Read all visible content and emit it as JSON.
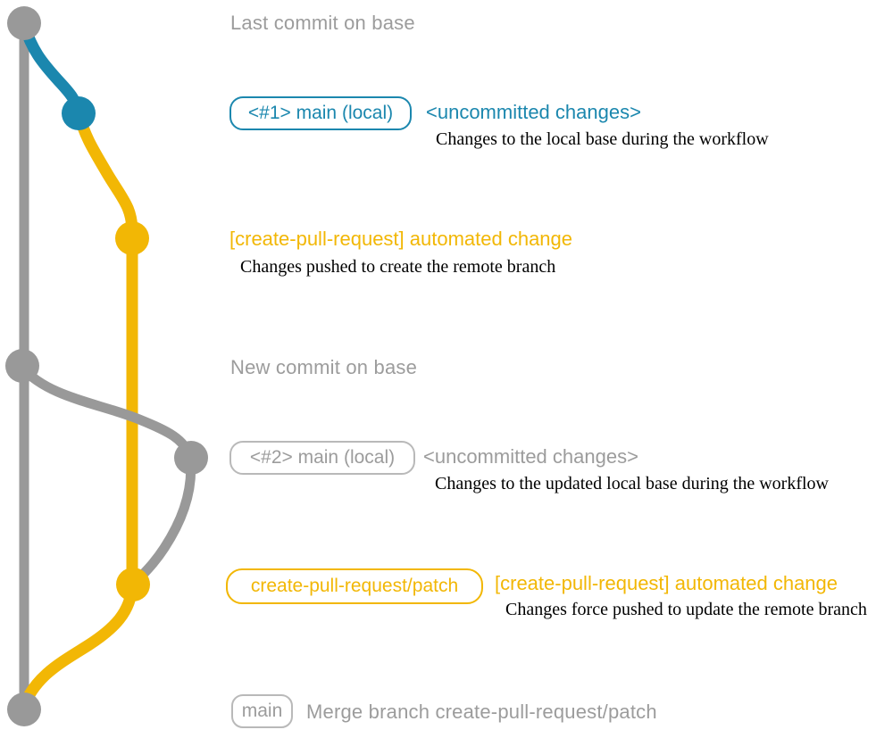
{
  "colors": {
    "blue": "#1b87ae",
    "yellow": "#f2b705",
    "gray-line": "#999999",
    "gray-text": "#9c9c9c",
    "gray-border": "#b9b9b9"
  },
  "graph": {
    "branches": [
      {
        "name": "base",
        "color": "#999999"
      },
      {
        "name": "local-main",
        "color": "#1b87ae"
      },
      {
        "name": "create-pull-request-patch",
        "color": "#f2b705"
      }
    ],
    "nodes": [
      {
        "name": "last-commit-on-base",
        "branch": "base"
      },
      {
        "name": "local-main-uncommitted-1",
        "branch": "local-main"
      },
      {
        "name": "automated-change-commit-1",
        "branch": "create-pull-request-patch"
      },
      {
        "name": "new-commit-on-base",
        "branch": "base"
      },
      {
        "name": "local-main-uncommitted-2",
        "branch": "base"
      },
      {
        "name": "automated-change-commit-2",
        "branch": "create-pull-request-patch"
      },
      {
        "name": "merge-commit",
        "branch": "base"
      }
    ]
  },
  "annotations": {
    "last_commit": "Last commit on base",
    "branch1": {
      "box": "<#1> main (local)",
      "tag": "<uncommitted changes>",
      "desc": "Changes to the local base during the workflow"
    },
    "commit1": {
      "title": "[create-pull-request] automated change",
      "desc": "Changes pushed to create the remote branch"
    },
    "new_commit": "New commit on base",
    "branch2": {
      "box": "<#2> main (local)",
      "tag": "<uncommitted changes>",
      "desc": "Changes to the updated local base during the workflow"
    },
    "commit2": {
      "box": "create-pull-request/patch",
      "title": "[create-pull-request] automated change",
      "desc": "Changes force pushed to update the remote branch"
    },
    "merge": {
      "box": "main",
      "title": "Merge branch create-pull-request/patch"
    }
  }
}
